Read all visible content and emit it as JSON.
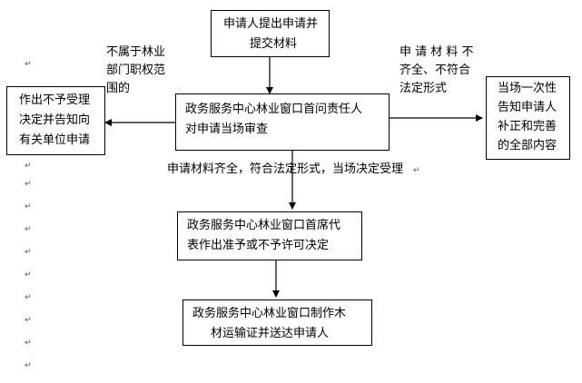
{
  "boxes": {
    "applicant_submit": {
      "line1": "申请人提出申请并",
      "line2": "提交材料"
    },
    "window_review": {
      "line1": "政务服务中心林业窗口首问责任人",
      "line2": "对申请当场审查"
    },
    "not_accepted": {
      "line1": "作出不予受理",
      "line2": "决定并告知向",
      "line3": "有关单位申请"
    },
    "notify_once": {
      "line1": "当场一次性",
      "line2": "告知申请人",
      "line3": "补正和完善",
      "line4": "的全部内容"
    },
    "chief_decision": {
      "line1": "政务服务中心林业窗口首席代",
      "line2": "表作出准予或不予许可决定"
    },
    "issue_certificate": {
      "line1": "政务服务中心林业窗口制作木",
      "line2": "材运输证并送达申请人"
    }
  },
  "labels": {
    "out_of_scope": {
      "line1": "不属于林业",
      "line2": "部门职权范",
      "line3": "围的"
    },
    "incomplete": {
      "line1": "申 请 材 料 不",
      "line2": "齐全、不符合",
      "line3": "法定形式"
    },
    "complete": "申请材料齐全，符合法定形式，当场决定受理"
  },
  "mark": "↵"
}
